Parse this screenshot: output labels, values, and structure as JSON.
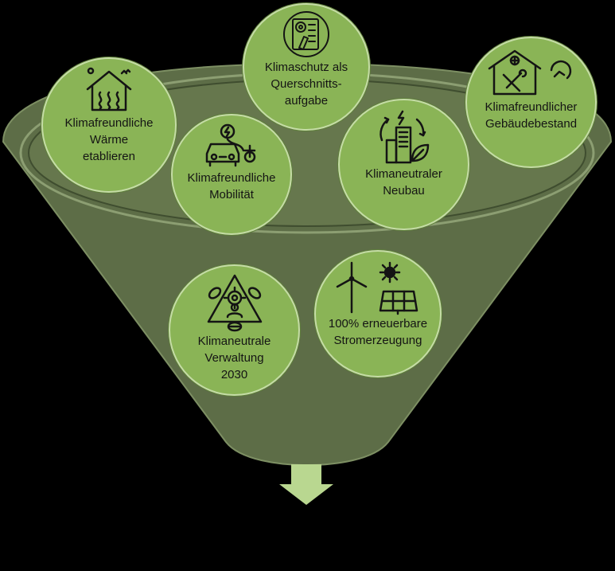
{
  "colors": {
    "background": "#000000",
    "funnel": "#5d6d47",
    "funnel_rim": "#8c9e72",
    "node_fill": "#8ab456",
    "node_border": "#c5dca6",
    "arrow": "#b9d790"
  },
  "nodes": [
    {
      "id": "n1",
      "label": "Klimafreundliche\nWärme\netablieren",
      "icon": "house-heating-icon"
    },
    {
      "id": "n2",
      "label": "Klimaschutz als\nQuerschnitts-\naufgabe",
      "icon": "planning-checklist-icon"
    },
    {
      "id": "n3",
      "label": "Klimafreundlicher\nGebäudebestand",
      "icon": "house-renovation-icon"
    },
    {
      "id": "n4",
      "label": "Klimafreundliche\nMobilität",
      "icon": "ev-car-bike-icon"
    },
    {
      "id": "n5",
      "label": "Klimaneutraler\nNeubau",
      "icon": "green-building-icon"
    },
    {
      "id": "n6",
      "label": "Klimaneutrale\nVerwaltung\n2030",
      "icon": "recycle-person-icon"
    },
    {
      "id": "n7",
      "label": "100% erneuerbare\nStromerzeugung",
      "icon": "wind-solar-icon"
    }
  ]
}
